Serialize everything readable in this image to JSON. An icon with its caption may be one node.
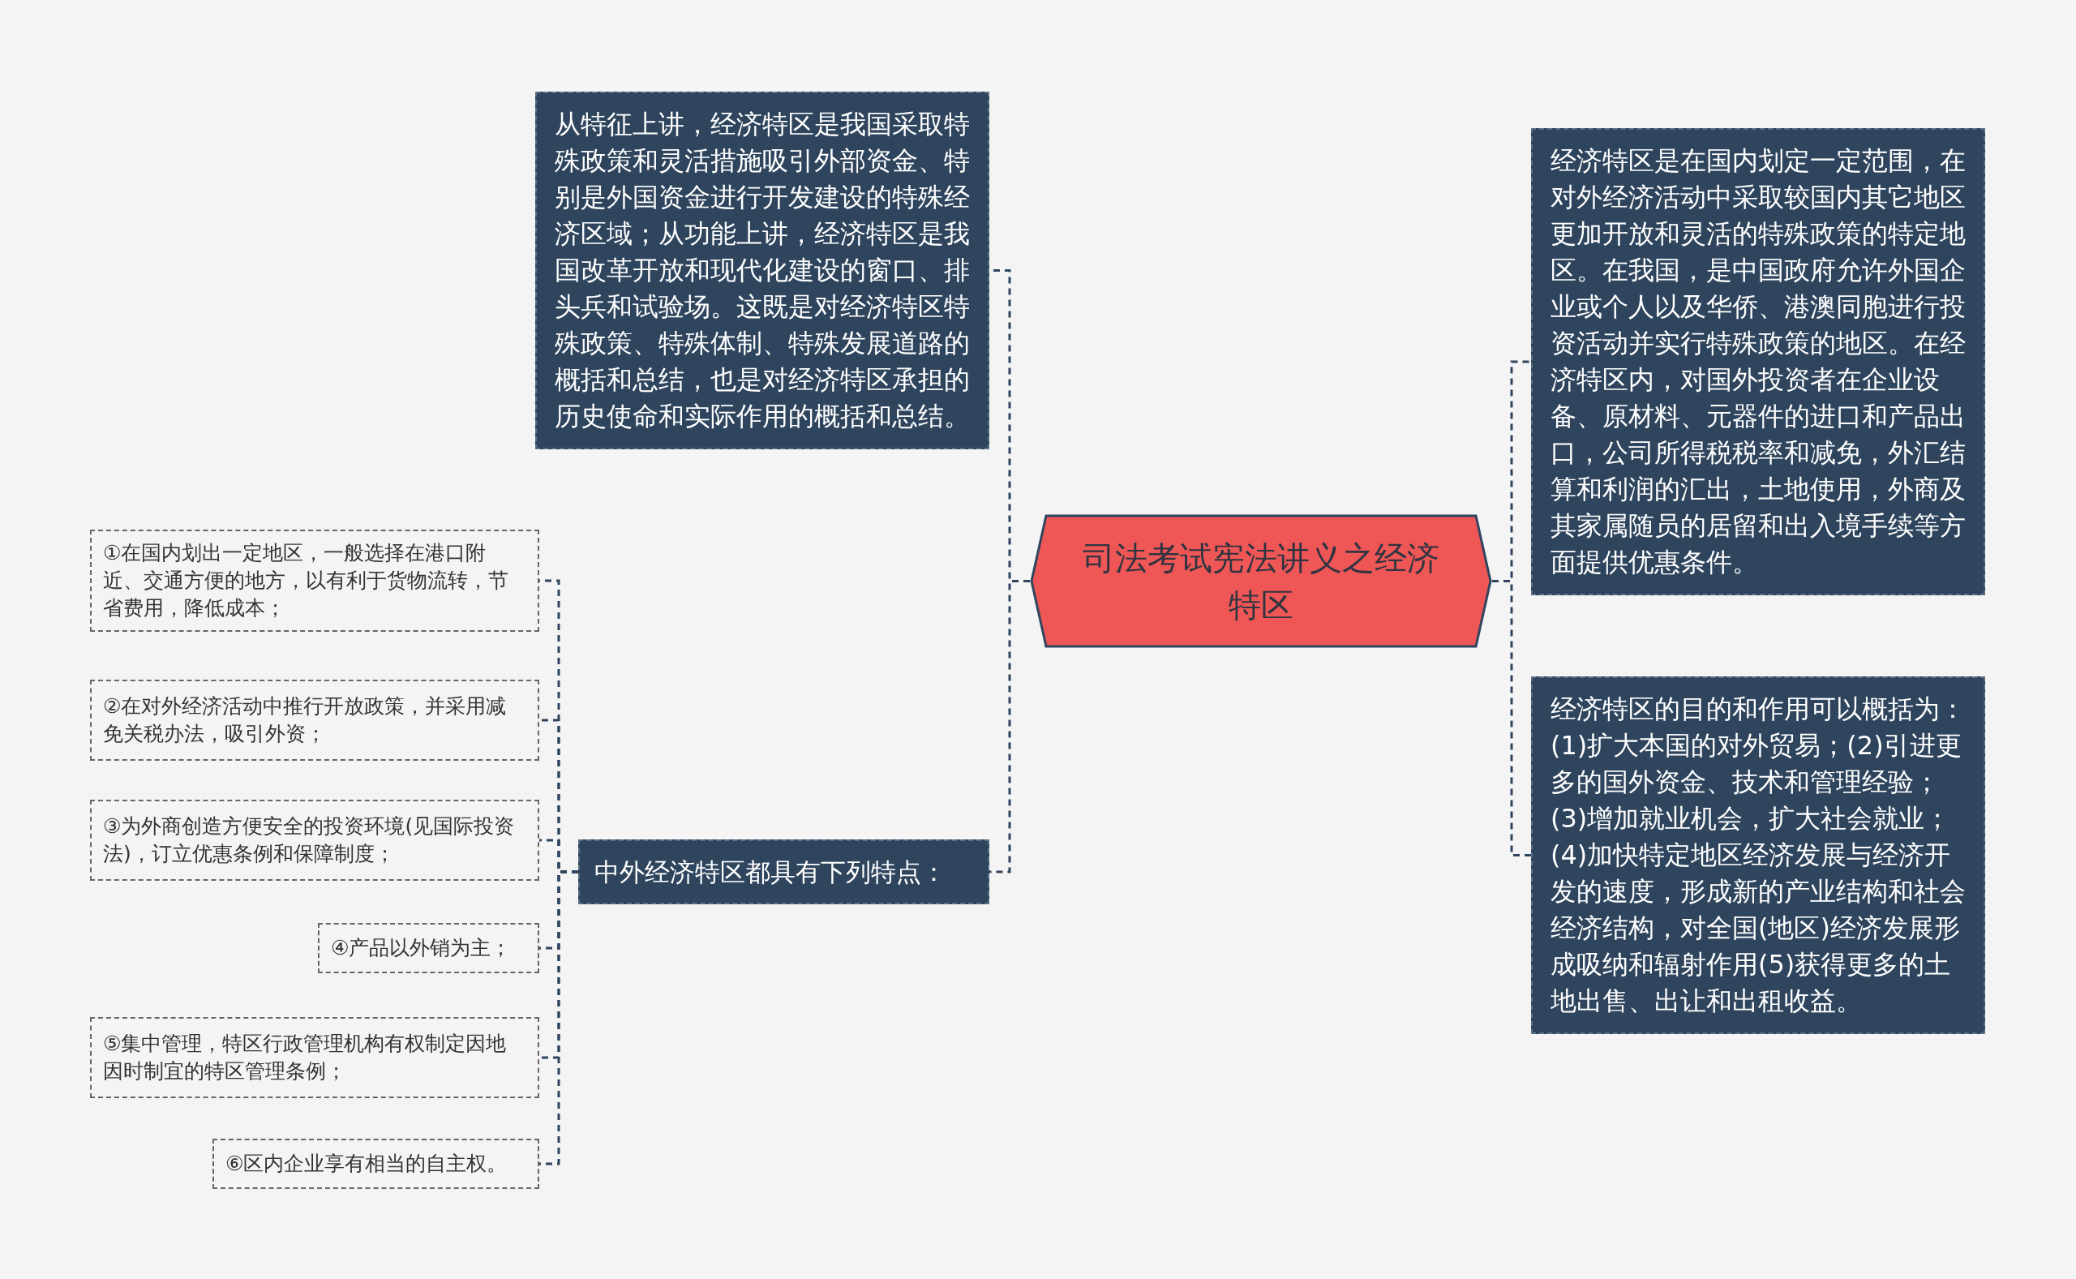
{
  "diagram": {
    "nodes": [
      {
        "text": [
          "司法考试宪法讲义之经济特区"
        ]
      },
      {
        "text": [
          "从特征上讲，经济特区是我国采取特殊政策和灵活措施吸引外部资金、特别是外国资金进行开发建设的特殊经济区域；从功能上讲，经济特区是我国改革开放和现代化建设的窗口、排头兵和试验场。这既是对经济特区特殊政策、特殊体制、特殊发展道路的概括和总结，也是对经济特区承担的历史使命和实际作用的概括和总结。"
        ]
      },
      {
        "text": [
          "经济特区是在国内划定一定范围，在对外经济活动中采取较国内其它地区更加开放和灵活的特殊政策的特定地区。在我国，是中国政府允许外国企业或个人以及华侨、港澳同胞进行投资活动并实行特殊政策的地区。在经济特区内，对国外投资者在企业设备、原材料、元器件的进口和产品出口，公司所得税税率和减免，外汇结算和利润的汇出，土地使用，外商及其家属随员的居留和出入境手续等方面提供优惠条件。"
        ]
      },
      {
        "text": [
          "经济特区的目的和作用可以概括为：(1)扩大本国的对外贸易；(2)引进更多的国外资金、技术和管理经验；(3)增加就业机会，扩大社会就业；(4)加快特定地区经济发展与经济开发的速度，形成新的产业结构和社会经济结构，对全国(地区)经济发展形成吸纳和辐射作用(5)获得更多的土地出售、出让和出租收益。"
        ]
      },
      {
        "text": [
          "中外经济特区都具有下列特点："
        ]
      },
      {
        "text": [
          "①在国内划出一定地区，一般选择在港口附近、交通方便的地方，以有利于货物流转，节省费用，降低成本；"
        ]
      },
      {
        "text": [
          "②在对外经济活动中推行开放政策，并采用减免关税办法，吸引外资；"
        ]
      },
      {
        "text": [
          "③为外商创造方便安全的投资环境(见国际投资法)，订立优惠条例和保障制度；"
        ]
      },
      {
        "text": [
          "④产品以外销为主；"
        ]
      },
      {
        "text": [
          "⑤集中管理，特区行政管理机构有权制定因地因时制宜的特区管理条例；"
        ]
      },
      {
        "text": [
          "⑥区内企业享有相当的自主权。"
        ]
      }
    ],
    "edges": [
      {
        "from": 0,
        "to": 1,
        "arrow": "none"
      },
      {
        "from": 0,
        "to": 4,
        "arrow": "none"
      },
      {
        "from": 0,
        "to": 2,
        "arrow": "none"
      },
      {
        "from": 0,
        "to": 3,
        "arrow": "none"
      },
      {
        "from": 4,
        "to": 5,
        "arrow": "none"
      },
      {
        "from": 4,
        "to": 6,
        "arrow": "none"
      },
      {
        "from": 4,
        "to": 7,
        "arrow": "none"
      },
      {
        "from": 4,
        "to": 8,
        "arrow": "none"
      },
      {
        "from": 4,
        "to": 9,
        "arrow": "none"
      },
      {
        "from": 4,
        "to": 10,
        "arrow": "none"
      }
    ]
  }
}
